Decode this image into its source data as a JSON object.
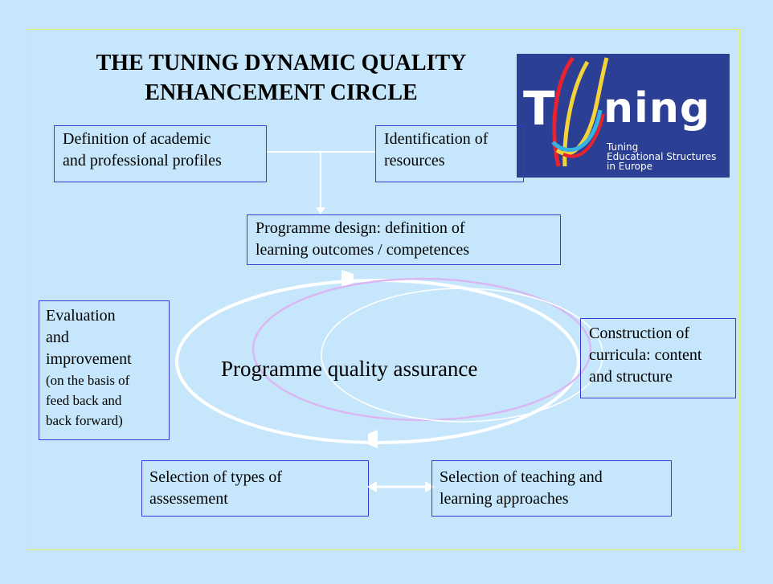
{
  "title": {
    "line1": "THE TUNING DYNAMIC QUALITY",
    "line2": "ENHANCEMENT CIRCLE"
  },
  "logo": {
    "wordmark_t": "T",
    "wordmark_rest": "ning",
    "subtitle_line1": "Tuning",
    "subtitle_line2": "Educational Structures",
    "subtitle_line3": "in Europe",
    "colors": [
      "#e8232f",
      "#f4d23b",
      "#35b3e4",
      "#1a2b78"
    ]
  },
  "boxes": {
    "profiles": {
      "line1": "Definition of academic",
      "line2": "and professional profiles"
    },
    "resources": {
      "line1": "Identification of",
      "line2": "resources"
    },
    "design": {
      "line1": "Programme design: definition of",
      "line2": "learning outcomes / competences"
    },
    "evaluation": {
      "line1": "Evaluation",
      "line2": "and",
      "line3": "improvement",
      "line4": "(on the basis of",
      "line5": "feed back and",
      "line6": "back forward)"
    },
    "construction": {
      "line1": "Construction of",
      "line2": "curricula: content",
      "line3": "and structure"
    },
    "assessment": {
      "line1": "Selection of types of",
      "line2": "assessement"
    },
    "teaching": {
      "line1": "Selection of teaching and",
      "line2": "learning approaches"
    }
  },
  "center_label": "Programme quality assurance",
  "colors": {
    "background": "#c6e7fb",
    "frame": "#e9ee63",
    "box_border": "#3a3ad6",
    "connector": "#ffffff",
    "inner_loop": "#d9b7f3"
  }
}
